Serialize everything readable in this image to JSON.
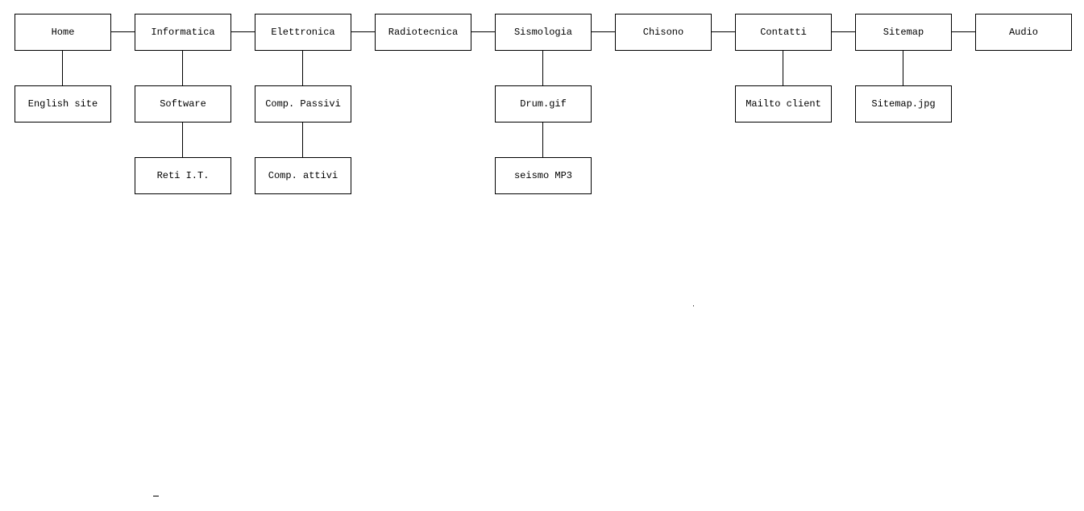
{
  "sitemap": {
    "top": [
      {
        "id": "home",
        "label": "Home",
        "children": [
          {
            "id": "english-site",
            "label": "English site"
          }
        ]
      },
      {
        "id": "informatica",
        "label": "Informatica",
        "children": [
          {
            "id": "software",
            "label": "Software"
          },
          {
            "id": "reti-it",
            "label": "Reti I.T."
          }
        ]
      },
      {
        "id": "elettronica",
        "label": "Elettronica",
        "children": [
          {
            "id": "comp-passivi",
            "label": "Comp. Passivi"
          },
          {
            "id": "comp-attivi",
            "label": "Comp. attivi"
          }
        ]
      },
      {
        "id": "radiotecnica",
        "label": "Radiotecnica",
        "children": []
      },
      {
        "id": "sismologia",
        "label": "Sismologia",
        "children": [
          {
            "id": "drum-gif",
            "label": "Drum.gif"
          },
          {
            "id": "seismo-mp3",
            "label": "seismo MP3"
          }
        ]
      },
      {
        "id": "chisono",
        "label": "Chisono",
        "children": []
      },
      {
        "id": "contatti",
        "label": "Contatti",
        "children": [
          {
            "id": "mailto-client",
            "label": "Mailto client"
          }
        ]
      },
      {
        "id": "sitemap",
        "label": "Sitemap",
        "children": [
          {
            "id": "sitemap-jpg",
            "label": "Sitemap.jpg"
          }
        ]
      },
      {
        "id": "audio",
        "label": "Audio",
        "children": []
      }
    ]
  }
}
